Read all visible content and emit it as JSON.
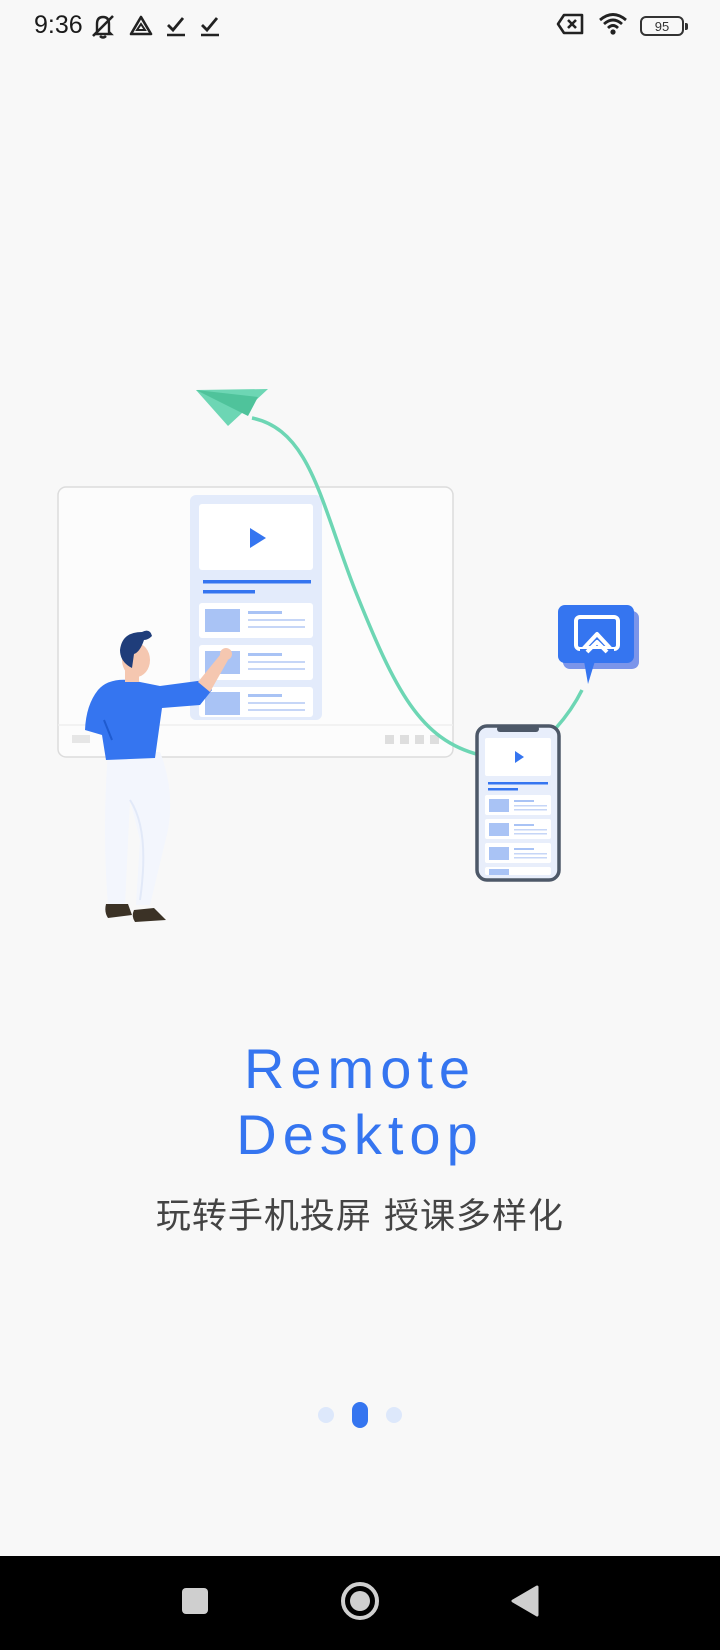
{
  "status_bar": {
    "time": "9:36",
    "battery": "95",
    "left_icons": [
      "mute-icon",
      "alert-triangle-icon",
      "check-icon",
      "check-icon"
    ],
    "right_icons": [
      "sim-x-icon",
      "wifi-icon",
      "battery-icon"
    ]
  },
  "onboarding": {
    "title_line1": "Remote",
    "title_line2": "Desktop",
    "subtitle": "玩转手机投屏 授课多样化",
    "page_count": 3,
    "active_page": 2
  },
  "nav_bar": {
    "buttons": [
      "recent-apps",
      "home",
      "back"
    ]
  },
  "colors": {
    "accent": "#3575f0",
    "teal": "#6dd6b4",
    "background": "#f8f8f8"
  }
}
